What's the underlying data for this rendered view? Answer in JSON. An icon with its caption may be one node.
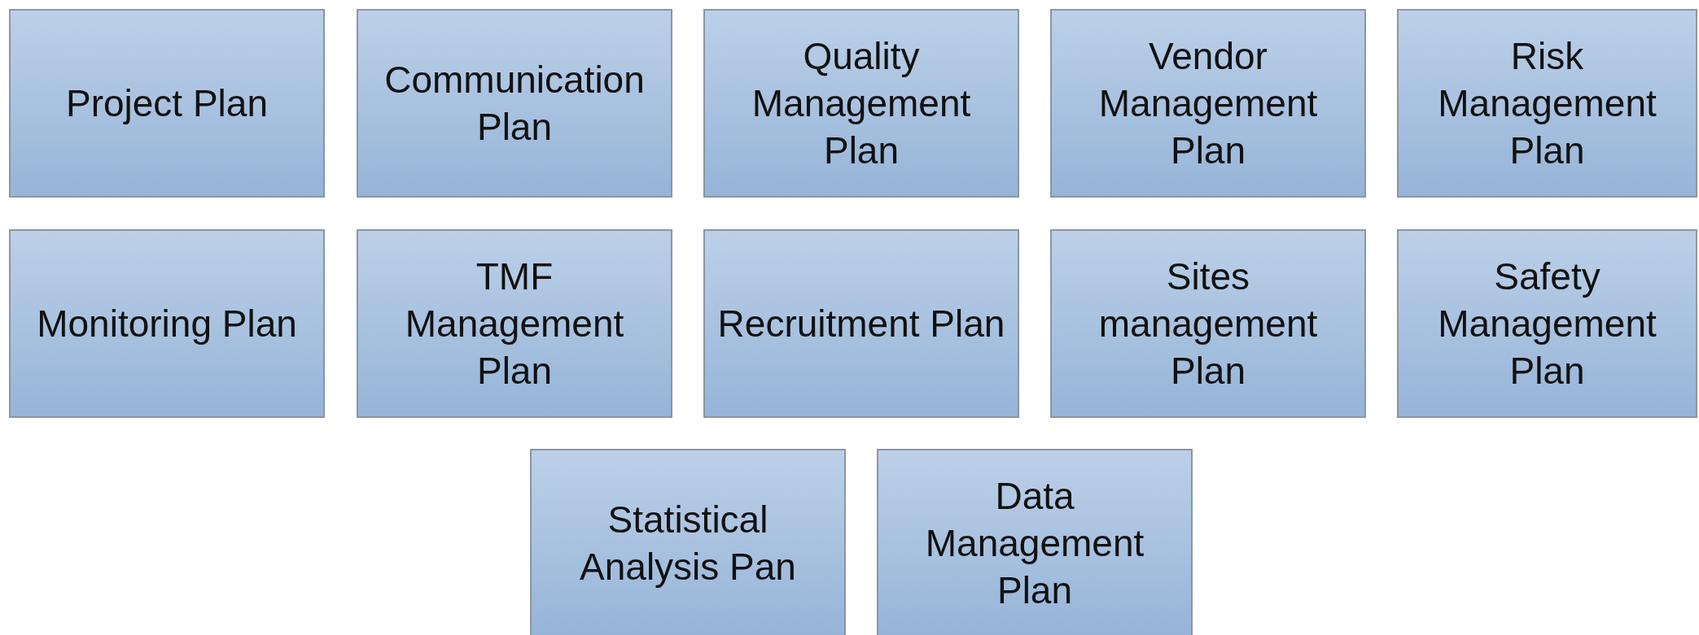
{
  "diagram": {
    "nodes": [
      {
        "text": [
          "Project Plan"
        ]
      },
      {
        "text": [
          "Communication Plan"
        ]
      },
      {
        "text": [
          "Quality Management Plan"
        ]
      },
      {
        "text": [
          "Vendor Management Plan"
        ]
      },
      {
        "text": [
          "Risk Management Plan"
        ]
      },
      {
        "text": [
          "Monitoring Plan"
        ]
      },
      {
        "text": [
          "TMF Management Plan"
        ]
      },
      {
        "text": [
          "Recruitment Plan"
        ]
      },
      {
        "text": [
          "Sites management Plan"
        ]
      },
      {
        "text": [
          "Safety Management Plan"
        ]
      },
      {
        "text": [
          "Statistical Analysis Pan"
        ]
      },
      {
        "text": [
          "Data Management Plan"
        ]
      }
    ]
  }
}
